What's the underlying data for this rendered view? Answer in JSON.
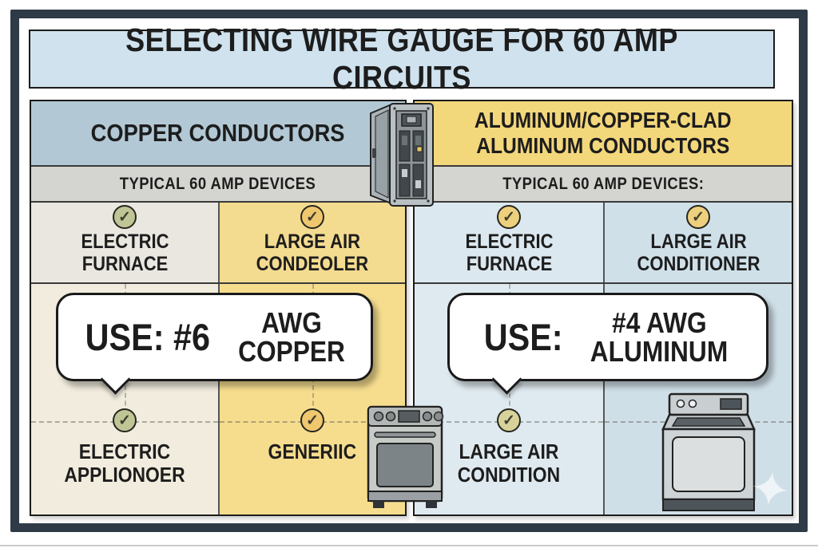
{
  "title": "SELECTING WIRE GAUGE FOR 60 AMP CIRCUITS",
  "columns": [
    {
      "header": "COPPER CONDUCTORS",
      "subheader": "TYPICAL 60 AMP DEVICES",
      "top_devices": [
        {
          "label": "ELECTRIC\nFURNACE",
          "check_icon": "check-icon"
        },
        {
          "label": "LARGE AIR\nCONDEOLER",
          "check_icon": "check-icon"
        }
      ],
      "bubble": {
        "prefix": "USE: #6",
        "line1": "AWG",
        "line2": "COPPER"
      },
      "bottom_devices": [
        {
          "label": "ELECTRIC\nAPPLIONOER",
          "check_icon": "check-icon"
        },
        {
          "label": "GENERIIC",
          "check_icon": "check-icon"
        }
      ]
    },
    {
      "header": "ALUMINUM/COPPER-CLAD\nALUMINUM CONDUCTORS",
      "subheader": "TYPICAL 60 AMP DEVICES:",
      "top_devices": [
        {
          "label": "ELECTRIC\nFURNACE",
          "check_icon": "check-icon"
        },
        {
          "label": "LARGE AIR\nCONDITIONER",
          "check_icon": "check-icon"
        }
      ],
      "bubble": {
        "prefix": "USE:",
        "line1": "#4 AWG",
        "line2": "ALUMINUM"
      },
      "bottom_devices": [
        {
          "label": "LARGE AIR\nCONDITION",
          "check_icon": "check-icon"
        }
      ]
    }
  ],
  "icons": {
    "breaker_panel": "breaker-panel-icon",
    "oven_range": "oven-range-icon",
    "washer_dryer": "washer-dryer-icon",
    "sparkle": "sparkle-icon",
    "checkmark_glyph": "✓",
    "sparkle_glyph": "✦"
  },
  "colors": {
    "frame": "#2e3b47",
    "text": "#1d1d1d",
    "title_bg": "#cfe2ee",
    "copper_header_bg": "#b2c8d5",
    "aluminum_header_bg": "#f3d77b",
    "subheader_bg": "#d4d4d0",
    "copper_top_1": "#eae7e0",
    "copper_top_2": "#f3db90",
    "copper_bottom_1": "#f1ecdd",
    "copper_bottom_2": "#f6dd8e",
    "alum_top_1": "#dce8ef",
    "alum_top_2": "#cfe0e9",
    "alum_bottom_1": "#dfeaf0",
    "alum_bottom_2": "#cfdfe8",
    "check_olive": "#c0c596",
    "check_orange": "#efc76e",
    "check_gold": "#edd07d",
    "check_khaki": "#d7d29a",
    "bubble_bg": "#ffffff",
    "bubble_border": "#1a1a1a"
  }
}
